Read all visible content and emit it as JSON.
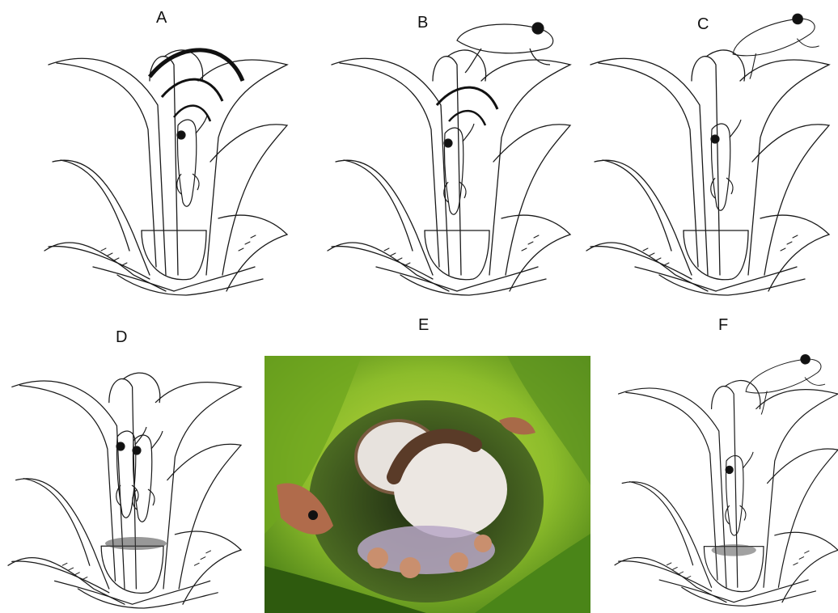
{
  "panels": [
    {
      "id": "A",
      "label": "A"
    },
    {
      "id": "B",
      "label": "B"
    },
    {
      "id": "C",
      "label": "C"
    },
    {
      "id": "D",
      "label": "D"
    },
    {
      "id": "E",
      "label": "E"
    },
    {
      "id": "F",
      "label": "F"
    }
  ],
  "colors": {
    "ink": "#1a1a1a",
    "leaf_green": "#7fb52a",
    "dark_green": "#3d6b12",
    "frog_pale": "#d9d2cc",
    "frog_brown": "#6b4a36"
  }
}
